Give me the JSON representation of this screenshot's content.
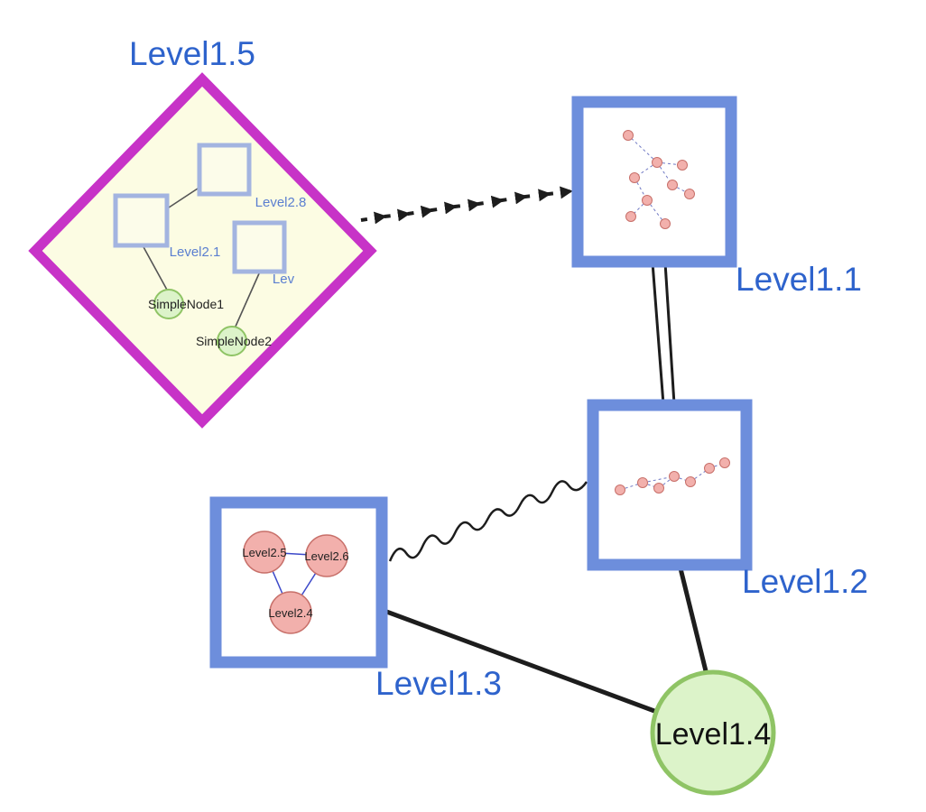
{
  "colors": {
    "label-blue": "#2e63cc",
    "inner-label-blue": "#5b7fd0",
    "node-border-blue": "#6d8edc",
    "inner-border-blue": "#a3b4e0",
    "inner-square-fill": "#fcfcea",
    "diamond-stroke": "#c733c7",
    "diamond-fill": "#fcfce3",
    "green-fill": "#dcf3c9",
    "green-stroke": "#8fc465",
    "pink-fill": "#f2b0ac",
    "pink-stroke": "#c8706a",
    "edge-black": "#1d1d1d",
    "dashed-blue": "#7079c4",
    "inner-edge-gray": "#555555",
    "triangle-edge-blue": "#3c49c9"
  },
  "nodes": {
    "level15": {
      "label": "Level1.5",
      "shape": "diamond"
    },
    "level11": {
      "label": "Level1.1",
      "shape": "square"
    },
    "level12": {
      "label": "Level1.2",
      "shape": "square"
    },
    "level13": {
      "label": "Level1.3",
      "shape": "square"
    },
    "level14": {
      "label": "Level1.4",
      "shape": "circle"
    },
    "level28": {
      "label": "Level2.8",
      "shape": "square"
    },
    "level21": {
      "label": "Level2.1",
      "shape": "square"
    },
    "lev_truncated": {
      "label": "Lev",
      "shape": "square"
    },
    "simplenode1": {
      "label": "SimpleNode1",
      "shape": "circle"
    },
    "simplenode2": {
      "label": "SimpleNode2",
      "shape": "circle"
    },
    "level25": {
      "label": "Level2.5",
      "shape": "circle"
    },
    "level26": {
      "label": "Level2.6",
      "shape": "circle"
    },
    "level24": {
      "label": "Level2.4",
      "shape": "circle"
    }
  },
  "edges": {
    "level15_level11": {
      "style": "dashed-arrow"
    },
    "level11_level12": {
      "style": "double-line"
    },
    "level13_level12": {
      "style": "wavy"
    },
    "level13_level14": {
      "style": "solid"
    },
    "level12_level14": {
      "style": "solid"
    }
  }
}
